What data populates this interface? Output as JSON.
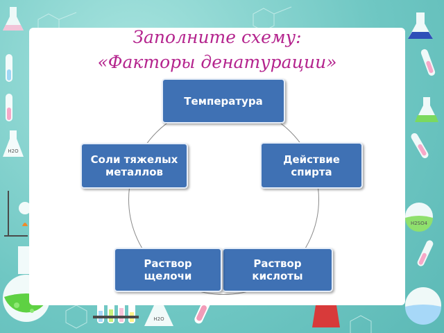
{
  "slide": {
    "title_line1": "Заполните схему:",
    "title_line2": "«Факторы денатурации»"
  },
  "diagram": {
    "nodes": {
      "temperature": "Температура",
      "spirit": "Действие\nспирта",
      "acid": "Раствор\nкислоты",
      "alkali": "Раствор\nщелочи",
      "heavy_metal_salts": "Соли тяжелых\nметаллов"
    },
    "decor_labels": {
      "h2o_left": "H2O",
      "h2so4_right": "H2SO4",
      "h2o_bottom": "H2O"
    }
  },
  "colors": {
    "node_fill": "#3f71b4",
    "title": "#b4238d",
    "frame": "#6fc7c3"
  }
}
